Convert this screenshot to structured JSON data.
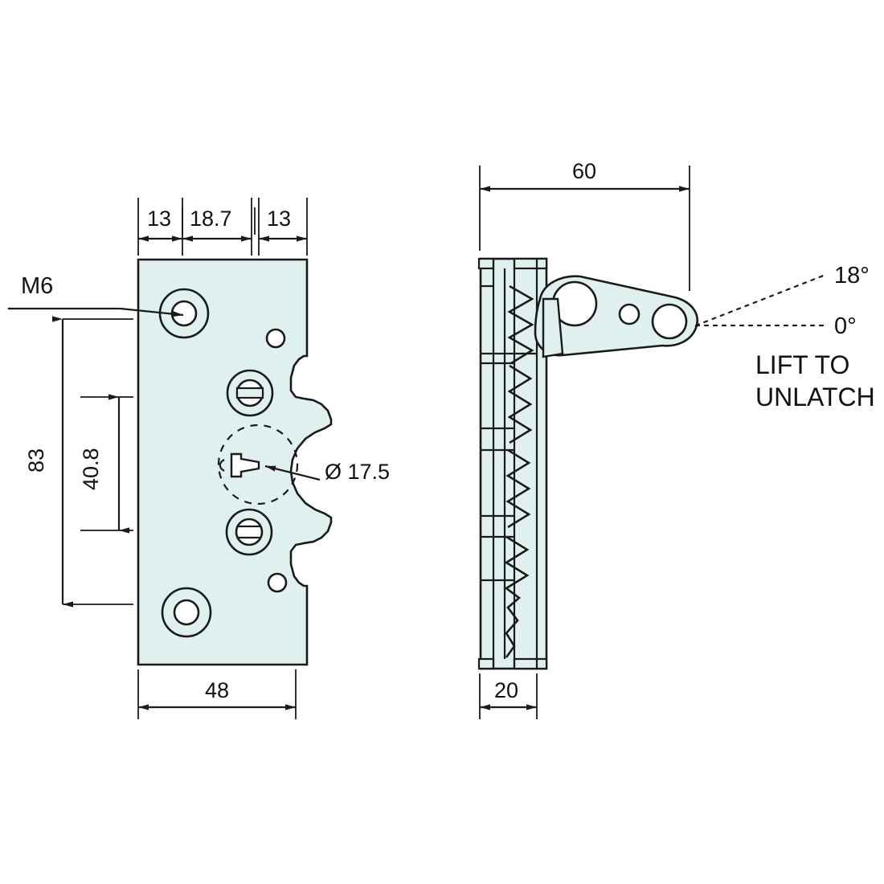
{
  "drawing": {
    "title": "Technical drawing - latch with lever, front and side views",
    "colors": {
      "body_fill": "#dff0ee",
      "line": "#1a1a1a",
      "background": "#ffffff"
    },
    "front_view": {
      "top_dimensions": [
        {
          "name": "dim-13-left",
          "value": "13"
        },
        {
          "name": "dim-18-7",
          "value": "18.7"
        },
        {
          "name": "dim-13-right",
          "value": "13"
        }
      ],
      "left_dimensions": [
        {
          "name": "dim-83",
          "value": "83"
        },
        {
          "name": "dim-40-8",
          "value": "40.8"
        }
      ],
      "bottom_dimension": {
        "name": "dim-48",
        "value": "48"
      },
      "callouts": [
        {
          "name": "callout-m6",
          "value": "M6"
        },
        {
          "name": "callout-diameter-17-5",
          "value": "Ø 17.5"
        }
      ]
    },
    "side_view": {
      "top_dimension": {
        "name": "dim-60",
        "value": "60"
      },
      "bottom_dimension": {
        "name": "dim-20",
        "value": "20"
      },
      "angles": [
        {
          "name": "angle-18",
          "value": "18°"
        },
        {
          "name": "angle-0",
          "value": "0°"
        }
      ],
      "instruction_lines": [
        {
          "name": "instruction-line-1",
          "value": "LIFT TO"
        },
        {
          "name": "instruction-line-2",
          "value": "UNLATCH"
        }
      ]
    }
  }
}
